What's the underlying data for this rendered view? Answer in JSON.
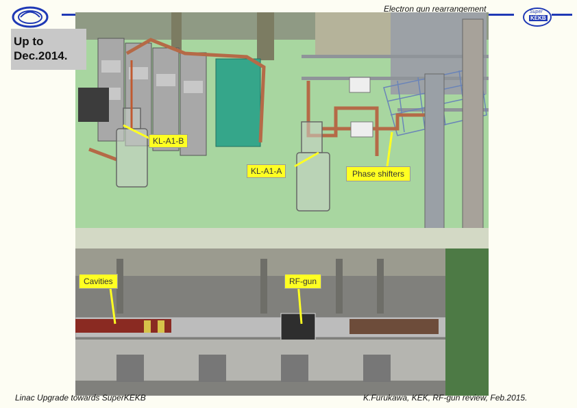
{
  "header": {
    "slide_title": "Electron gun rearrangement",
    "left_logo_icon": "kek-emblem-icon",
    "right_logo_icon": "superkekb-logo-icon",
    "right_logo_text_top": "Super",
    "right_logo_text_main": "KEKB"
  },
  "period_label": "Up to\nDec.2014.",
  "callouts": {
    "kl_a1_b": "KL-A1-B",
    "kl_a1_a": "KL-A1-A",
    "phase_shifters": "Phase shifters",
    "cavities": "Cavities",
    "rf_gun": "RF-gun"
  },
  "footer": {
    "left": "Linac Upgrade towards SuperKEKB",
    "right": "K.Furukawa, KEK, RF-gun review, Feb.2015."
  },
  "colors": {
    "accent_blue": "#1f39b5",
    "callout_yellow": "#ffff22",
    "floor_green": "#a8d6a0",
    "pipe_copper": "#b56a47"
  }
}
